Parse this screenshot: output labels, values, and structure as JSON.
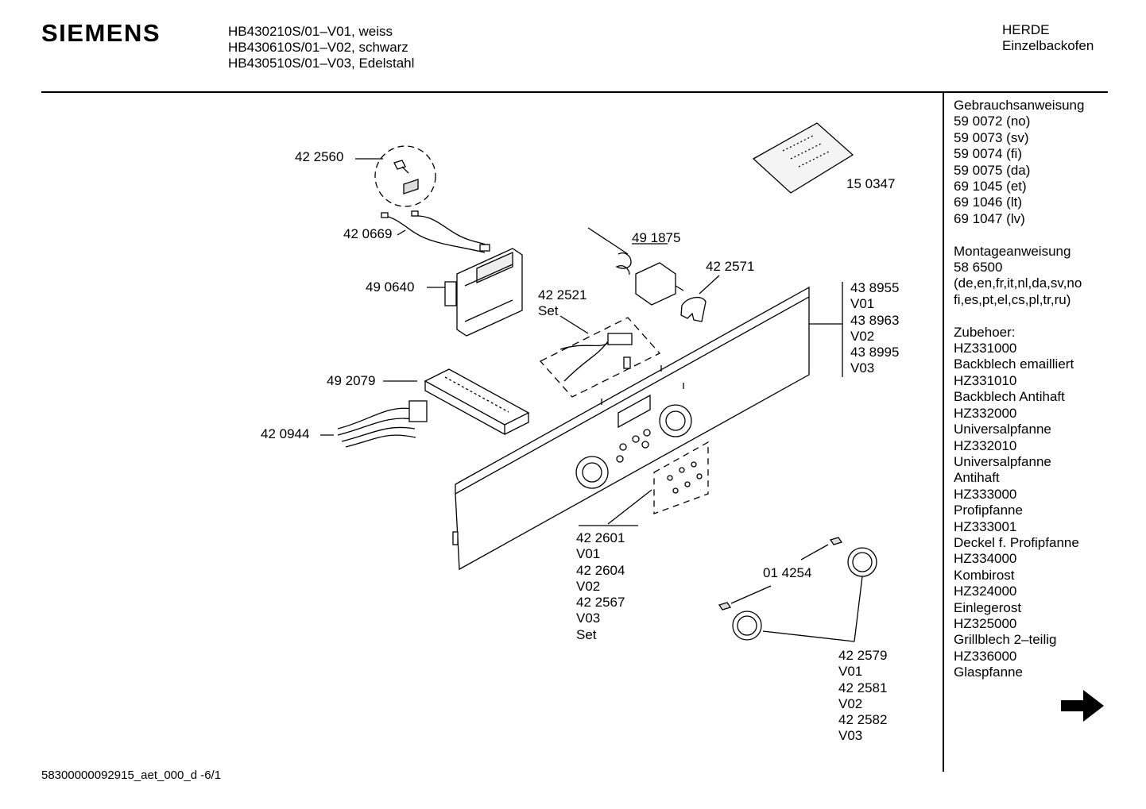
{
  "header": {
    "brand": "SIEMENS",
    "models": [
      "HB430210S/01–V01, weiss",
      "HB430610S/01–V02, schwarz",
      "HB430510S/01–V03, Edelstahl"
    ],
    "category": [
      "HERDE",
      "Einzelbackofen"
    ]
  },
  "sidebar": {
    "lines": [
      "Gebrauchsanweisung",
      "59 0072 (no)",
      "59 0073 (sv)",
      "59 0074 (fi)",
      "59 0075 (da)",
      "69 1045 (et)",
      "69 1046 (lt)",
      "69 1047 (lv)",
      "",
      "Montageanweisung",
      "58 6500",
      "(de,en,fr,it,nl,da,sv,no",
      "fi,es,pt,el,cs,pl,tr,ru)",
      "",
      "Zubehoer:",
      "HZ331000",
      "Backblech emailliert",
      "HZ331010",
      "Backblech Antihaft",
      "HZ332000",
      "Universalpfanne",
      "HZ332010",
      "Universalpfanne",
      "Antihaft",
      "HZ333000",
      "Profipfanne",
      "HZ333001",
      "Deckel f. Profipfanne",
      "HZ334000",
      "Kombirost",
      "HZ324000",
      "Einlegerost",
      "HZ325000",
      "Grillblech 2–teilig",
      "HZ336000",
      "Glaspfanne"
    ],
    "next_icon": "right-arrow-icon"
  },
  "parts": {
    "p422560": [
      "42 2560"
    ],
    "p420669": [
      "42 0669"
    ],
    "p490640": [
      "49 0640"
    ],
    "p492079": [
      "49 2079"
    ],
    "p420944": [
      "42 0944"
    ],
    "p491875": [
      "49 1875"
    ],
    "p422521": [
      "42 2521",
      "Set"
    ],
    "p422571": [
      "42 2571"
    ],
    "p150347": [
      "15 0347"
    ],
    "p438955": [
      "43 8955",
      "V01",
      "43 8963",
      "V02",
      "43 8995",
      "V03"
    ],
    "p422601": [
      "42 2601",
      "V01",
      "42 2604",
      "V02",
      "42 2567",
      "V03",
      "Set"
    ],
    "p014254": [
      "01 4254"
    ],
    "p422579": [
      "42 2579",
      "V01",
      "42 2581",
      "V02",
      "42 2582",
      "V03"
    ]
  },
  "footer": {
    "code": "58300000092915_aet_000_d -6/1"
  }
}
